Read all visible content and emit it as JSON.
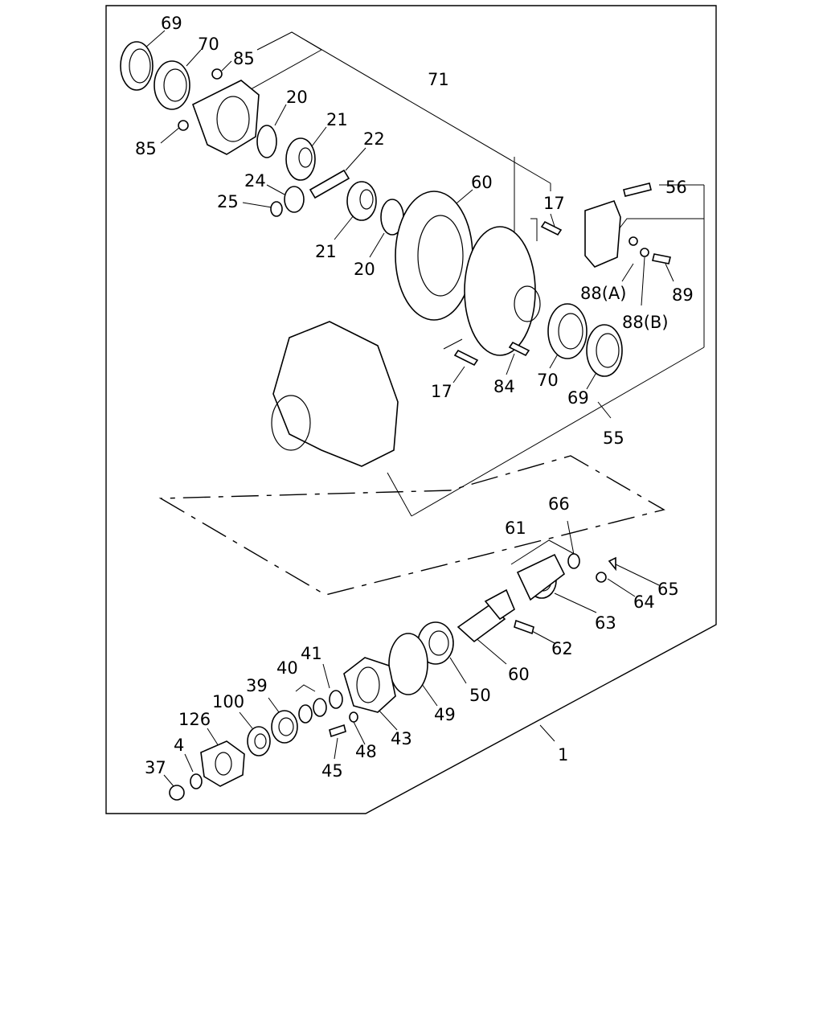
{
  "callouts": [
    {
      "id": "c69a",
      "text": "69"
    },
    {
      "id": "c70a",
      "text": "70"
    },
    {
      "id": "c85a",
      "text": "85"
    },
    {
      "id": "c71",
      "text": "71"
    },
    {
      "id": "c20a",
      "text": "20"
    },
    {
      "id": "c21a",
      "text": "21"
    },
    {
      "id": "c85b",
      "text": "85"
    },
    {
      "id": "c22",
      "text": "22"
    },
    {
      "id": "c24",
      "text": "24"
    },
    {
      "id": "c25",
      "text": "25"
    },
    {
      "id": "c60a",
      "text": "60"
    },
    {
      "id": "c21b",
      "text": "21"
    },
    {
      "id": "c20b",
      "text": "20"
    },
    {
      "id": "c17a",
      "text": "17"
    },
    {
      "id": "c56",
      "text": "56"
    },
    {
      "id": "c88a",
      "text": "88(A)"
    },
    {
      "id": "c89",
      "text": "89"
    },
    {
      "id": "c88b",
      "text": "88(B)"
    },
    {
      "id": "c17b",
      "text": "17"
    },
    {
      "id": "c84",
      "text": "84"
    },
    {
      "id": "c70b",
      "text": "70"
    },
    {
      "id": "c69b",
      "text": "69"
    },
    {
      "id": "c55",
      "text": "55"
    },
    {
      "id": "c66",
      "text": "66"
    },
    {
      "id": "c61",
      "text": "61"
    },
    {
      "id": "c65",
      "text": "65"
    },
    {
      "id": "c64",
      "text": "64"
    },
    {
      "id": "c63",
      "text": "63"
    },
    {
      "id": "c62",
      "text": "62"
    },
    {
      "id": "c60b",
      "text": "60"
    },
    {
      "id": "c50",
      "text": "50"
    },
    {
      "id": "c49",
      "text": "49"
    },
    {
      "id": "c41",
      "text": "41"
    },
    {
      "id": "c40",
      "text": "40"
    },
    {
      "id": "c39",
      "text": "39"
    },
    {
      "id": "c100",
      "text": "100"
    },
    {
      "id": "c126",
      "text": "126"
    },
    {
      "id": "c43",
      "text": "43"
    },
    {
      "id": "c48",
      "text": "48"
    },
    {
      "id": "c45",
      "text": "45"
    },
    {
      "id": "c4",
      "text": "4"
    },
    {
      "id": "c37",
      "text": "37"
    },
    {
      "id": "c1",
      "text": "1"
    }
  ]
}
